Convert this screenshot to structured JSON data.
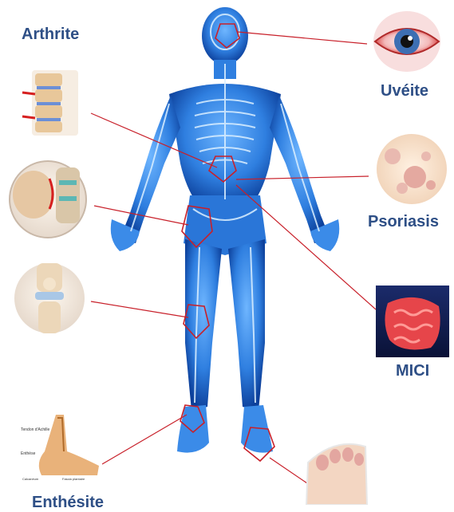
{
  "labels": {
    "arthrite": "Arthrite",
    "uveite": "Uvéite",
    "psoriasis": "Psoriasis",
    "mici": "MICI",
    "enthesite": "Enthésite"
  },
  "colors": {
    "title": "#2e4f86",
    "leader": "#c8202a",
    "body": "#3f8ee6",
    "body_dark": "#0b4aa8",
    "bone": "#dbefff"
  },
  "icons": [
    "spine-icon",
    "hip-icon",
    "knee-icon",
    "ankle-icon",
    "eye-icon",
    "skin-icon",
    "intestine-icon",
    "foot-icon"
  ]
}
